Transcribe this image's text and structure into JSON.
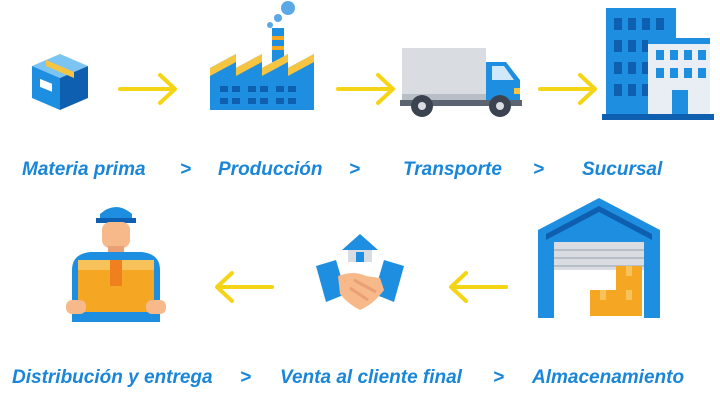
{
  "row1": {
    "steps": [
      {
        "label": "Materia prima",
        "icon": "box-icon"
      },
      {
        "label": "Producción",
        "icon": "factory-icon"
      },
      {
        "label": "Transporte",
        "icon": "truck-icon"
      },
      {
        "label": "Sucursal",
        "icon": "building-icon"
      }
    ],
    "separator": ">"
  },
  "row2": {
    "steps": [
      {
        "label": "Distribución y entrega",
        "icon": "delivery-person-icon"
      },
      {
        "label": "Venta al cliente final",
        "icon": "handshake-icon"
      },
      {
        "label": "Almacenamiento",
        "icon": "warehouse-icon"
      }
    ],
    "separator": ">"
  },
  "colors": {
    "text": "#1a86d8",
    "arrow": "#f5d416",
    "blue": "#1e8fe0",
    "dark_blue": "#0e5fb0",
    "orange": "#f5a623",
    "gray": "#d9dde2"
  }
}
